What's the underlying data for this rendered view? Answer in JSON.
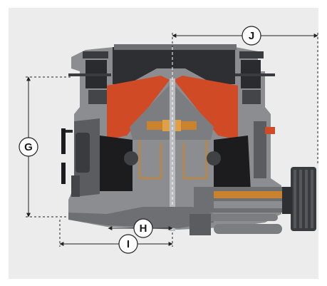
{
  "dimension_labels": {
    "g": "G",
    "h": "H",
    "i": "I",
    "j": "J"
  },
  "colors": {
    "background": "#ececec",
    "body_gray": "#8c8d90",
    "body_dark": "#54565a",
    "body_black": "#1c1c1e",
    "mantle_red": "#d14a26",
    "bronze": "#c9832f",
    "dimension_line": "#222222"
  }
}
